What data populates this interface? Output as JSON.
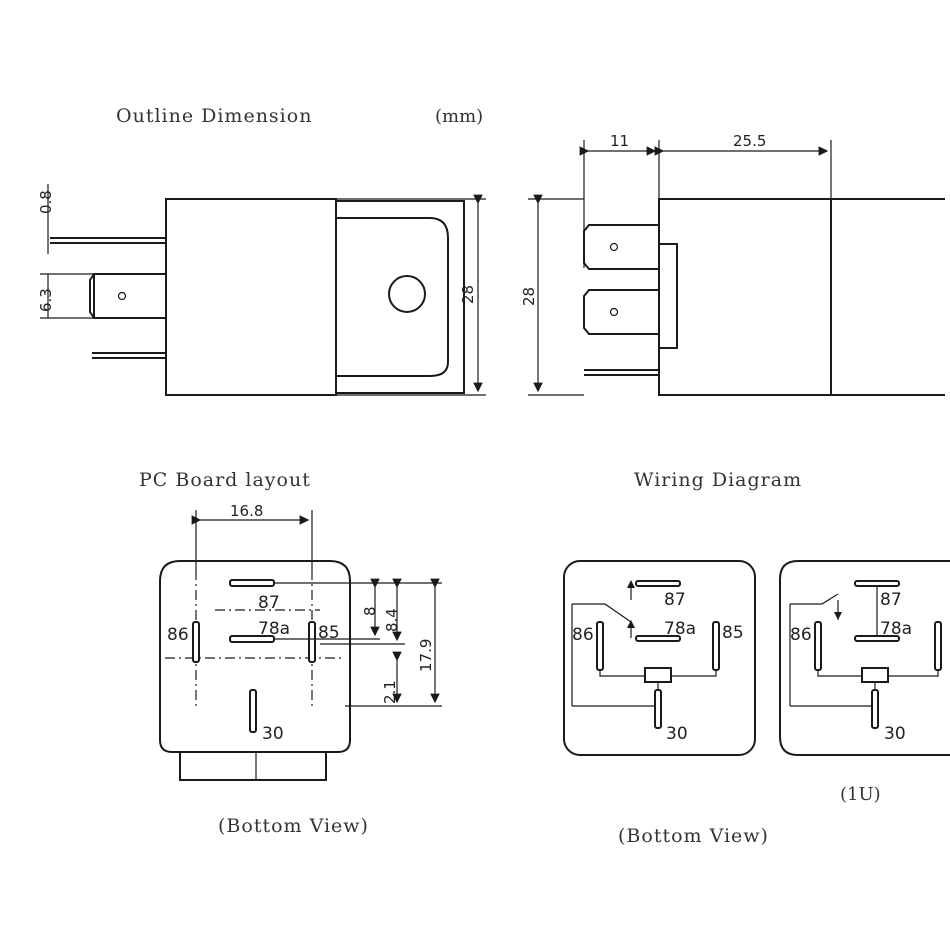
{
  "outline": {
    "title": "Outline Dimension",
    "unit": "(mm)",
    "dims": {
      "d08": "0.8",
      "d63": "6.3",
      "d28_left": "28",
      "d11": "11",
      "d255": "25.5",
      "d28_right": "28"
    }
  },
  "pcb": {
    "title": "PC Board layout",
    "caption": "(Bottom View)",
    "dims": {
      "d168": "16.8",
      "d8": "8",
      "d84": "8.4",
      "d179": "17.9",
      "d21": "2.1"
    },
    "pins": {
      "p87": "87",
      "p78a": "78a",
      "p86": "86",
      "p85": "85",
      "p30": "30"
    }
  },
  "wiring": {
    "title": "Wiring Diagram",
    "caption": "(Bottom View)",
    "variant_label": "(1U)",
    "pins_a": {
      "p87": "87",
      "p78a": "78a",
      "p86": "86",
      "p85": "85",
      "p30": "30"
    },
    "pins_b": {
      "p87": "87",
      "p78a": "78a",
      "p86": "86",
      "p30": "30"
    }
  }
}
